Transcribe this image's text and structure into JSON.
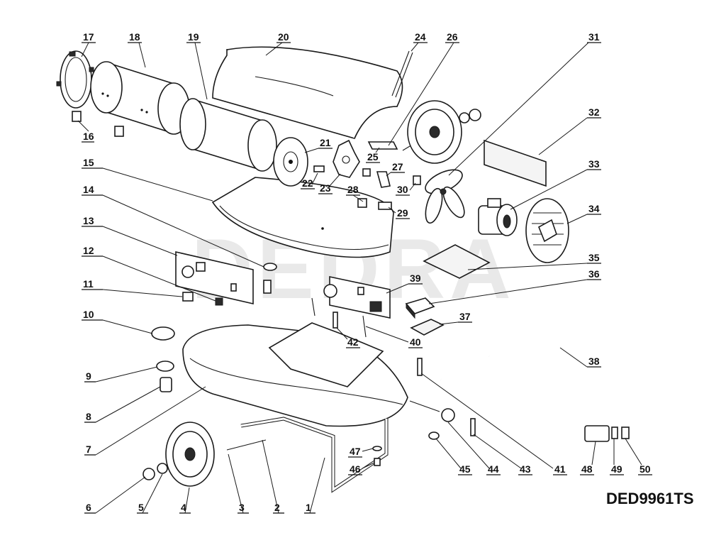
{
  "model_code": "DED9961TS",
  "watermark": "DEDRA",
  "callouts": [
    "1",
    "2",
    "3",
    "4",
    "5",
    "6",
    "7",
    "8",
    "9",
    "10",
    "11",
    "12",
    "13",
    "14",
    "15",
    "16",
    "17",
    "18",
    "19",
    "20",
    "21",
    "22",
    "23",
    "24",
    "25",
    "26",
    "27",
    "28",
    "29",
    "30",
    "31",
    "32",
    "33",
    "34",
    "35",
    "36",
    "37",
    "38",
    "39",
    "40",
    "41",
    "42",
    "43",
    "44",
    "45",
    "46",
    "47",
    "48",
    "49",
    "50"
  ]
}
